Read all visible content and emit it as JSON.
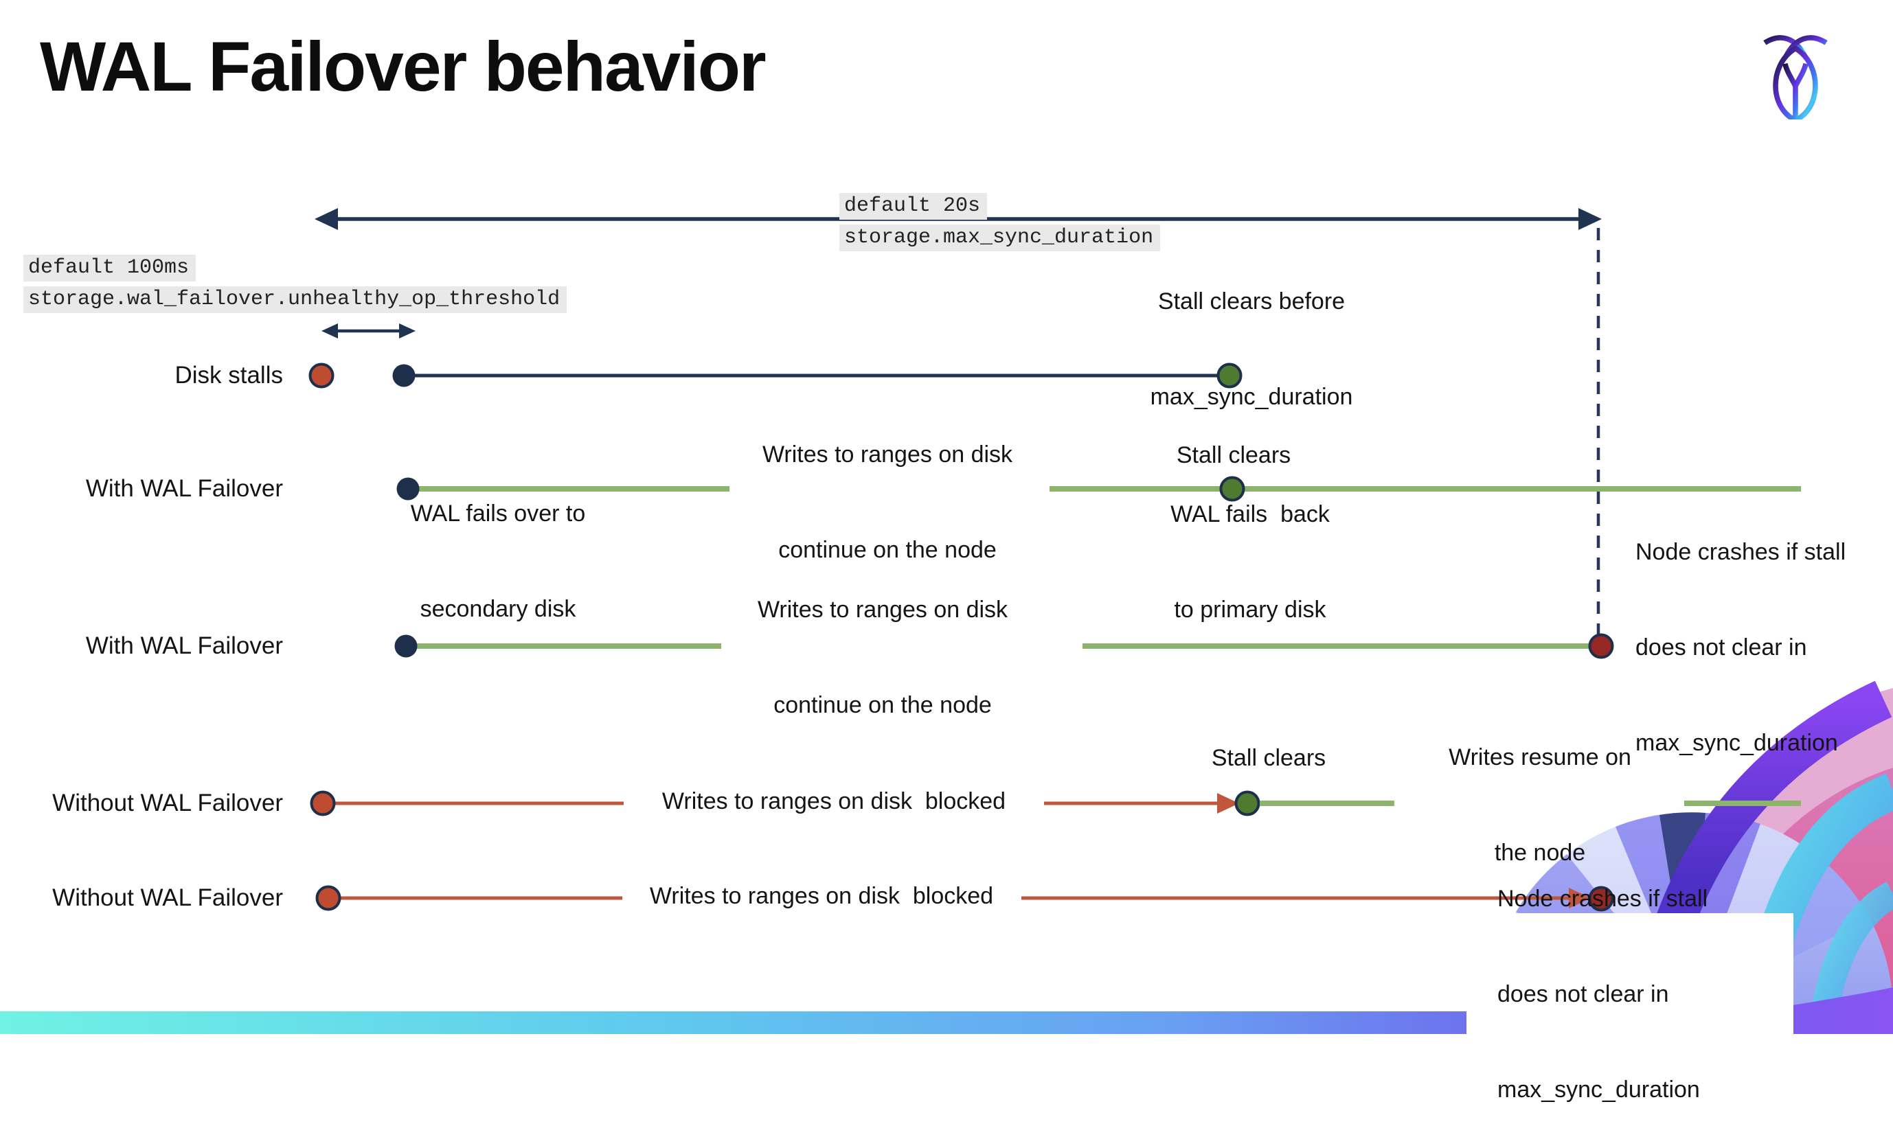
{
  "slide": {
    "title": "WAL Failover behavior"
  },
  "logo": {
    "name": "cockroach-labs-logo"
  },
  "callouts": {
    "max_sync": {
      "default_label": "default 20s",
      "setting": "storage.max_sync_duration"
    },
    "unhealthy_op": {
      "default_label": "default 100ms",
      "setting": "storage.wal_failover.unhealthy_op_threshold"
    }
  },
  "rows": {
    "r1": {
      "label": "Disk stalls"
    },
    "r2": {
      "label": "With WAL Failover"
    },
    "r3": {
      "label": "With WAL Failover"
    },
    "r4": {
      "label": "Without WAL Failover"
    },
    "r5": {
      "label": "Without WAL Failover"
    }
  },
  "annotations": {
    "stall_clears_before": [
      "Stall clears before",
      "max_sync_duration"
    ],
    "writes_continue": [
      "Writes to ranges on disk",
      "continue on the node"
    ],
    "wal_fails_over": [
      "WAL fails over to",
      "secondary disk"
    ],
    "stall_clears": "Stall clears",
    "wal_fails_back": [
      "WAL fails  back",
      "to primary disk"
    ],
    "node_crashes": [
      "Node crashes if stall",
      "does not clear in",
      "max_sync_duration"
    ],
    "writes_blocked": "Writes to ranges on disk  blocked",
    "writes_resume": [
      "Writes resume on",
      "the node"
    ]
  },
  "colors": {
    "navy": "#203350",
    "navy_dot": "#1e2f4c",
    "green_line": "#8cb46a",
    "green_dot": "#4e7b30",
    "red_dot": "#bf4b31",
    "red_line": "#c0563c",
    "dark_red_dot": "#962824",
    "chip_bg": "#e9e9e9",
    "bar_gradient": [
      "#6ff2e4",
      "#5fc9ee",
      "#699ff2",
      "#7b5cf0"
    ],
    "brand_purple": "#7a3ff2",
    "brand_pink": "#d9578f",
    "brand_cyan": "#55dcea",
    "brand_lavender": "#a9aef2"
  }
}
